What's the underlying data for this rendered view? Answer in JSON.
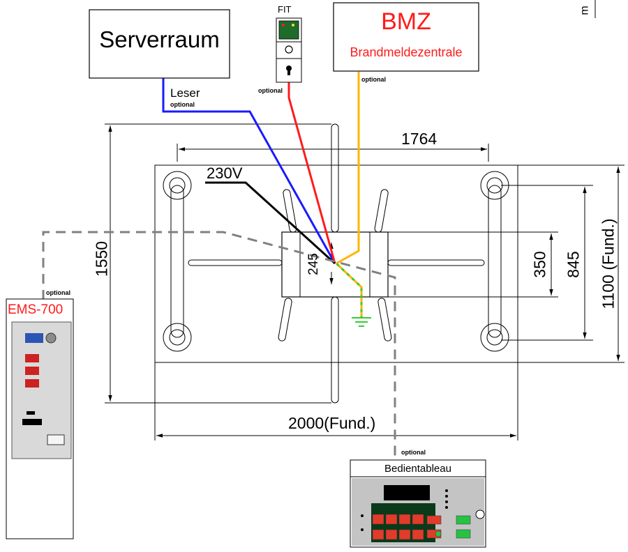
{
  "boxes": {
    "serverraum": "Serverraum",
    "fit": "FIT",
    "bmz_title": "BMZ",
    "bmz_subtitle": "Brandmeldezentrale",
    "ems": "EMS-700",
    "bedientableau": "Bedientableau"
  },
  "labels": {
    "leser": "Leser",
    "optional": "optional",
    "v230": "230V",
    "corner": "m"
  },
  "dimensions": {
    "d1764": "1764",
    "d1550": "1550",
    "d350": "350",
    "d845": "845",
    "d1100": "1100 (Fund.)",
    "d2000": "2000(Fund.)",
    "d245": "245"
  },
  "colors": {
    "leser_line": "#1a1aff",
    "fit_line": "#ff1a1a",
    "bmz_line": "#ffb400",
    "ground_line": "#33cc33",
    "dashed_line": "#808080",
    "red_text": "#ff1a1a"
  }
}
